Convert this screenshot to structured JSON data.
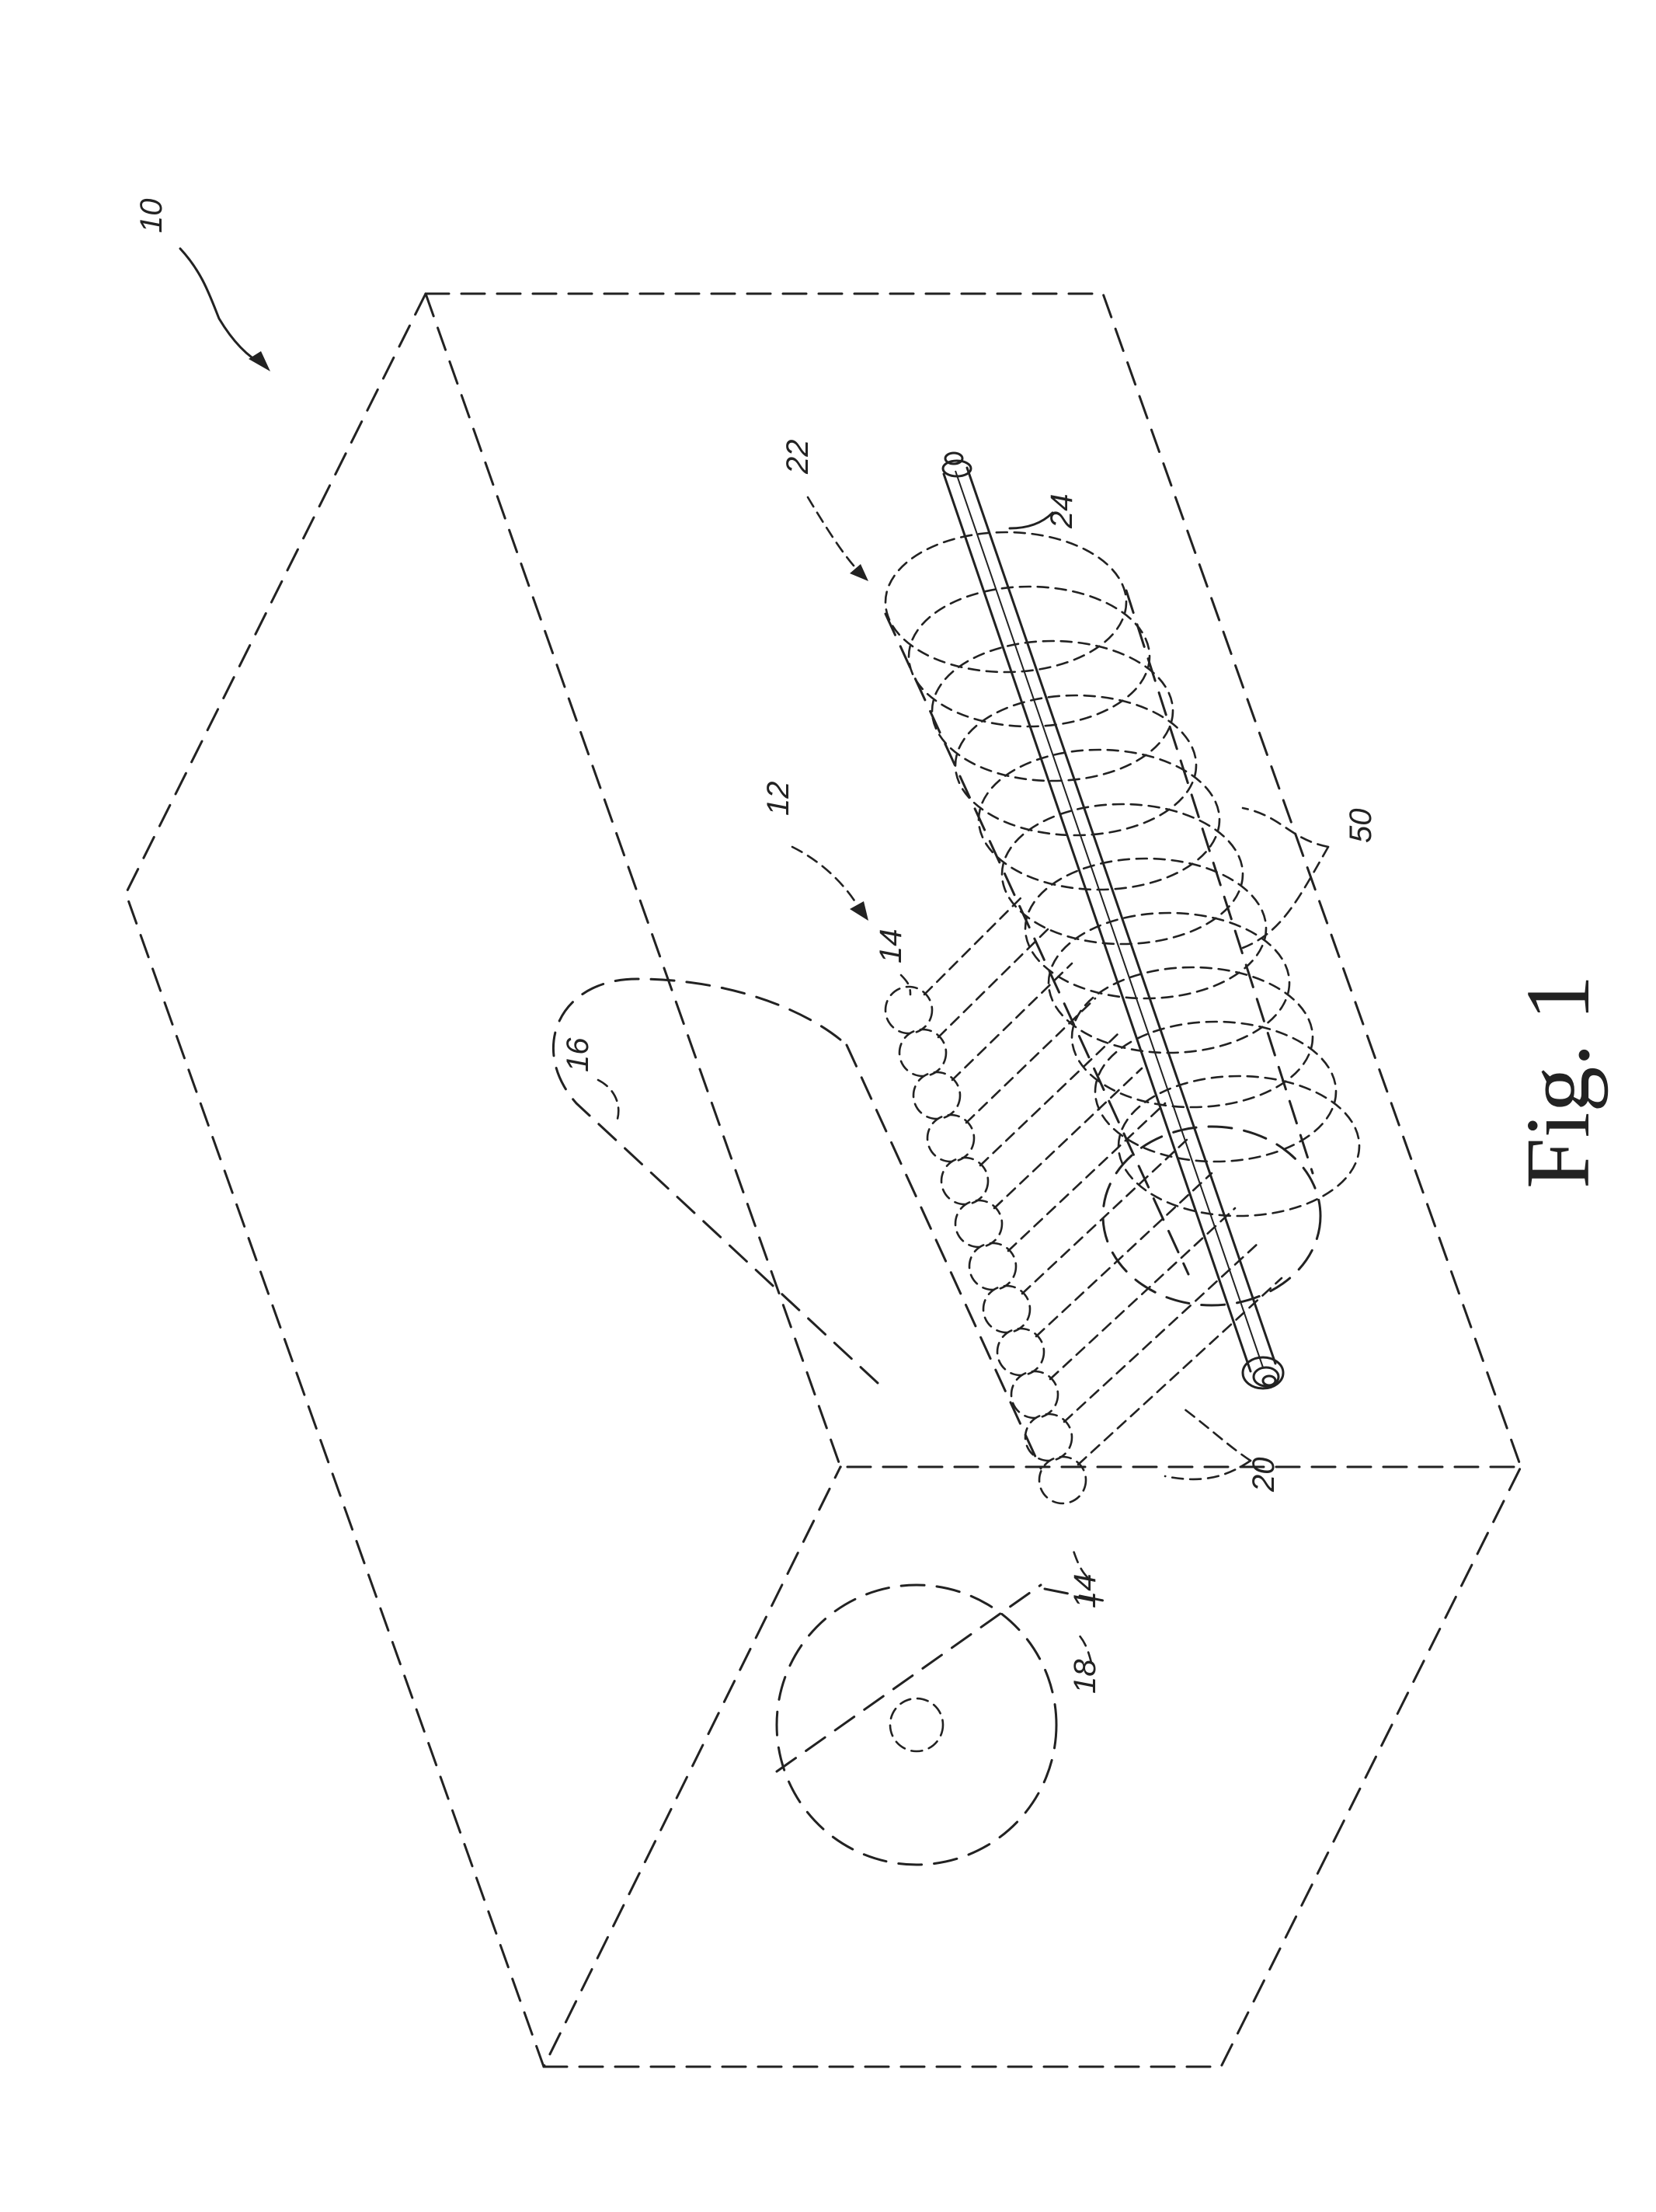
{
  "figure": {
    "caption": "Fig. 1",
    "reference_numerals": [
      "10",
      "12",
      "14",
      "14",
      "16",
      "18",
      "20",
      "22",
      "24",
      "50"
    ]
  }
}
